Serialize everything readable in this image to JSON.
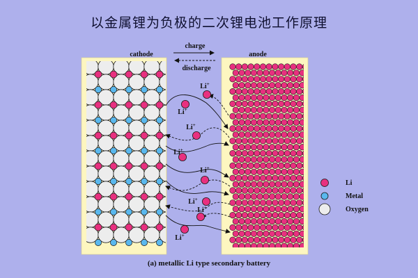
{
  "title": "以金属锂为负极的二次锂电池工作原理",
  "labels": {
    "cathode": "cathode",
    "anode": "anode",
    "charge": "charge",
    "discharge": "discharge",
    "ion": "Li",
    "ion_charge": "+"
  },
  "legend": [
    {
      "name": "Li",
      "color": "#e8307f"
    },
    {
      "name": "Metal",
      "color": "#5ab8ee"
    },
    {
      "name": "Oxygen",
      "color": "#ededed"
    }
  ],
  "caption": "(a) metallic Li type secondary battery",
  "colors": {
    "background": "#aeb0ec",
    "electrode_frame": "#fdf6c0",
    "li": "#e8307f",
    "metal": "#5ab8ee",
    "oxygen": "#ededed",
    "outline": "#1a1a1a"
  }
}
